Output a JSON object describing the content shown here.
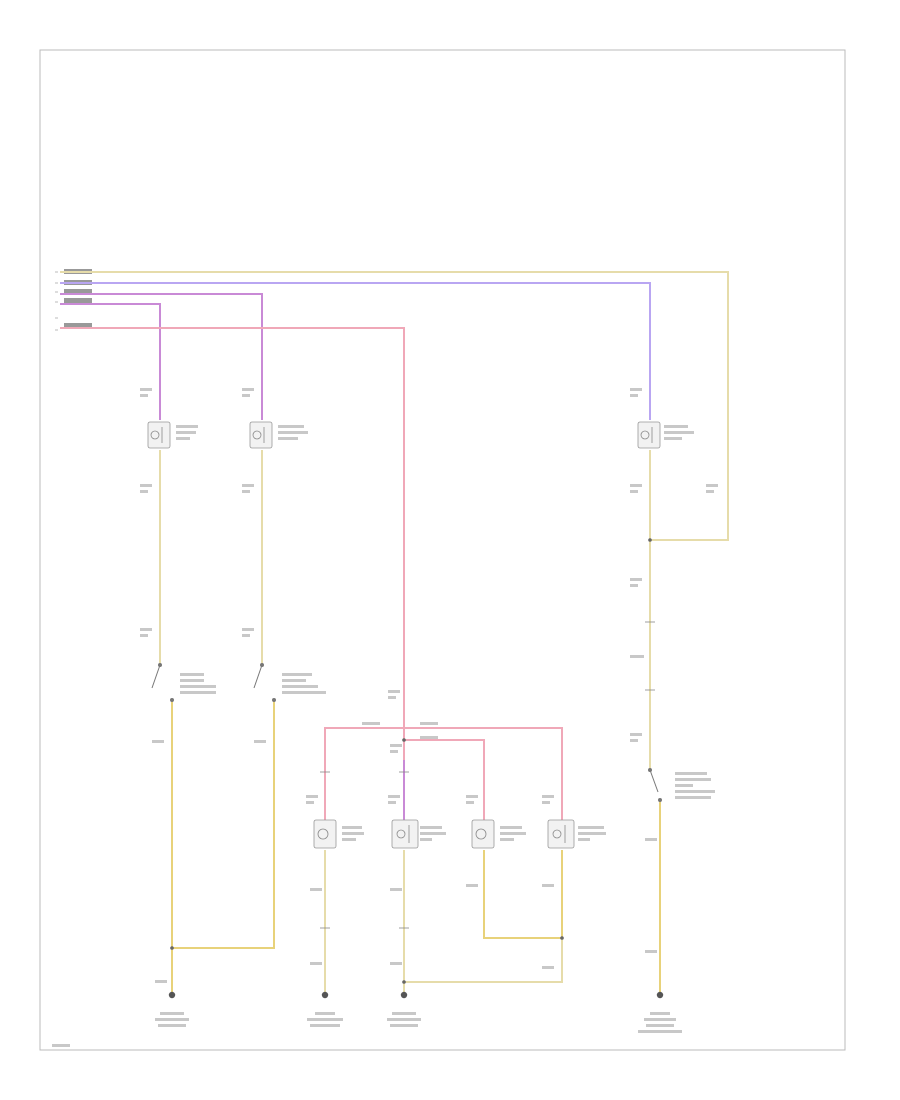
{
  "colors": {
    "frame": "#bbbbbb",
    "wire_tan": "#e6dcaa",
    "wire_yellow": "#e8d27a",
    "wire_violet": "#c98ad6",
    "wire_blue": "#b9a6f2",
    "wire_pink": "#f0a8b8"
  },
  "page_label": "",
  "left_labels": [
    {
      "text": ""
    },
    {
      "text": ""
    },
    {
      "text": ""
    },
    {
      "text": ""
    },
    {
      "text": ""
    }
  ],
  "components": [
    {
      "id": "glove_box_light",
      "name": "",
      "icon": "bulb-icon"
    },
    {
      "id": "front_passenger_light",
      "name": "",
      "icon": "bulb-icon"
    },
    {
      "id": "luggage_light",
      "name": "",
      "icon": "bulb-icon"
    },
    {
      "id": "left_rear_reading_light",
      "name": "",
      "icon": "bulb-icon"
    },
    {
      "id": "right_rear_reading_light",
      "name": "",
      "icon": "bulb-icon"
    },
    {
      "id": "left_rear_courtesy_light",
      "name": "",
      "icon": "bulb-icon"
    },
    {
      "id": "right_rear_courtesy_light",
      "name": "",
      "icon": "bulb-icon"
    },
    {
      "id": "glove_box_switch",
      "name": "",
      "icon": "switch-icon"
    },
    {
      "id": "passenger_switch",
      "name": "",
      "icon": "switch-icon"
    },
    {
      "id": "luggage_switch",
      "name": "",
      "icon": "switch-icon"
    }
  ],
  "grounds": [
    {
      "id": "g1",
      "name": ""
    },
    {
      "id": "g2",
      "name": ""
    },
    {
      "id": "g3",
      "name": ""
    },
    {
      "id": "g4",
      "name": ""
    }
  ]
}
